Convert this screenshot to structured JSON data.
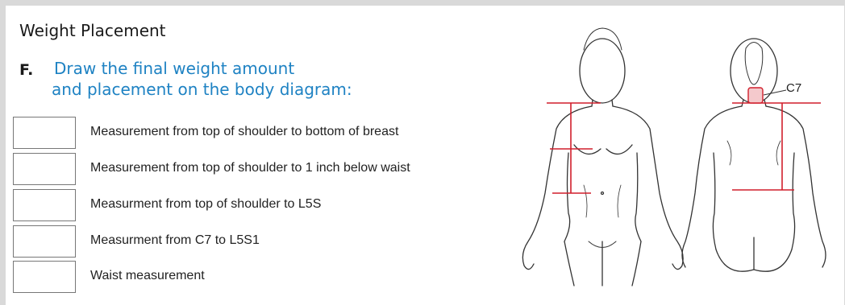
{
  "section": {
    "title": "Weight Placement"
  },
  "question": {
    "letter": "F.",
    "line1": "Draw the final weight amount",
    "line2": "and placement on the body diagram:"
  },
  "measurements": [
    {
      "label": "Measurement from top of shoulder to bottom of breast",
      "value": ""
    },
    {
      "label": "Measurement from top of shoulder to 1 inch below waist",
      "value": ""
    },
    {
      "label": "Measurment from top of shoulder to L5S",
      "value": ""
    },
    {
      "label": "Measurment from C7 to L5S1",
      "value": ""
    },
    {
      "label": "Waist measurement",
      "value": ""
    }
  ],
  "diagram": {
    "vertebra_label": "C7",
    "marker_color": "#d11f2c",
    "accent_color": "#1e82c3"
  }
}
